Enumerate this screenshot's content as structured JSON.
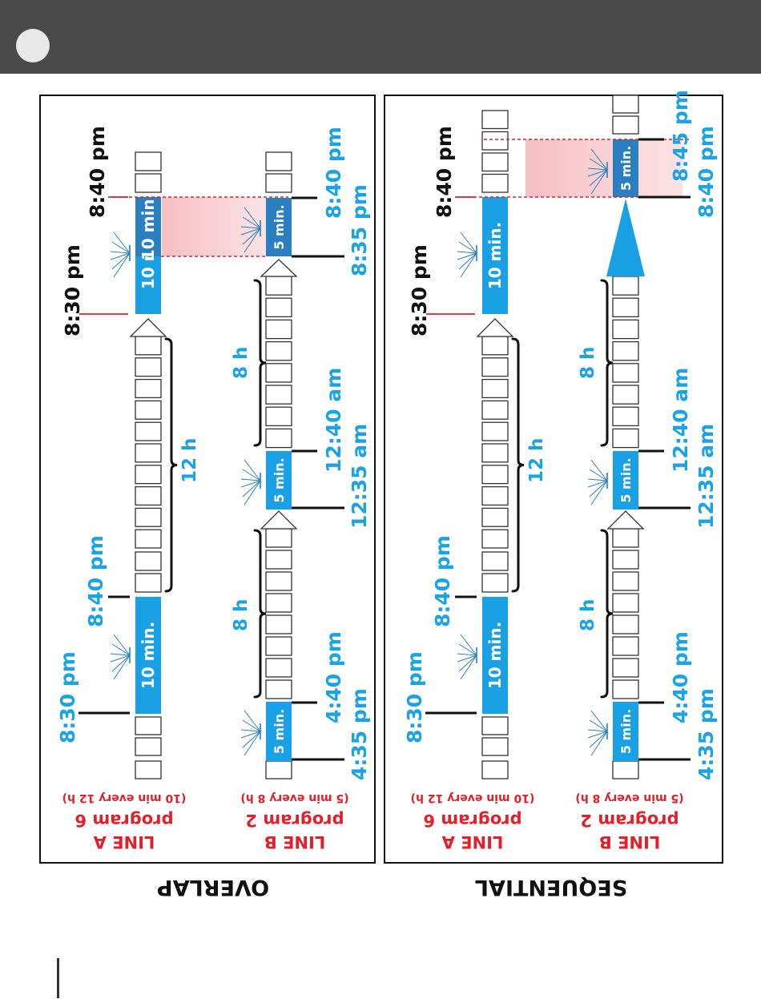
{
  "colors": {
    "time_blue": "#1aa3e6",
    "block_blue": "#1aa0e4",
    "block_blue_dark": "#2a7fc0",
    "label_red": "#e3202a",
    "overlap_pink": "#f7c5c8",
    "header_gray": "#4a4a4a",
    "black": "#111111"
  },
  "panels": [
    {
      "id": "overlap",
      "title": "OVERLAP",
      "lines": [
        {
          "name": "LINE A",
          "program": "program 6",
          "note": "(10 min every 12 h)",
          "blocks": [
            {
              "label": "10 min.",
              "start": "8:30 pm",
              "end": "8:40 pm"
            },
            {
              "label": "10 min.",
              "start": "8:30 pm",
              "end": "8:40 pm"
            }
          ],
          "interval": "12 h"
        },
        {
          "name": "LINE B",
          "program": "program 2",
          "note": "(5 min every 8 h)",
          "blocks": [
            {
              "label": "5 min.",
              "start": "4:35 pm",
              "end": "4:40 pm"
            },
            {
              "label": "5 min.",
              "start": "12:35 am",
              "end": "12:40 am"
            },
            {
              "label": "5 min.",
              "start": "8:35 pm",
              "end": "8:40 pm"
            }
          ],
          "intervals": [
            "8 h",
            "8 h"
          ]
        }
      ]
    },
    {
      "id": "sequential",
      "title": "SEQUENTIAL",
      "lines": [
        {
          "name": "LINE A",
          "program": "program 6",
          "note": "(10 min every 12 h)",
          "blocks": [
            {
              "label": "10 min.",
              "start": "8:30 pm",
              "end": "8:40 pm"
            },
            {
              "label": "10 min.",
              "start": "8:30 pm",
              "end": "8:40 pm"
            }
          ],
          "interval": "12 h"
        },
        {
          "name": "LINE B",
          "program": "program 2",
          "note": "(5 min every 8 h)",
          "blocks": [
            {
              "label": "5 min.",
              "start": "4:35 pm",
              "end": "4:40 pm"
            },
            {
              "label": "5 min.",
              "start": "12:35 am",
              "end": "12:40 am"
            },
            {
              "label": "5 min.",
              "start": "8:40 pm",
              "end": "8:45 pm"
            }
          ],
          "intervals": [
            "8 h",
            "8 h"
          ]
        }
      ]
    }
  ]
}
